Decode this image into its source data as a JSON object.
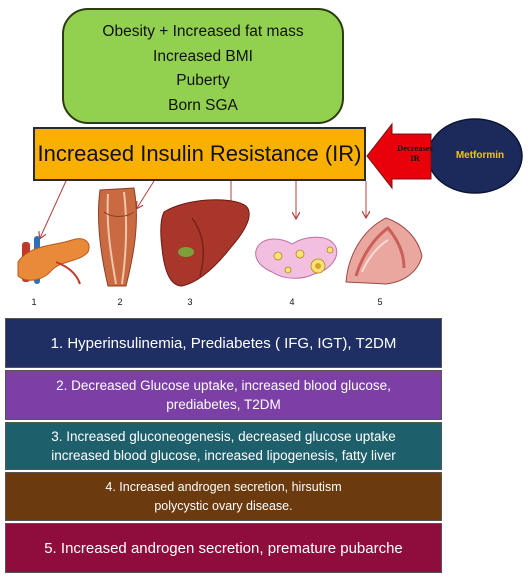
{
  "causes": {
    "items": [
      "Obesity + Increased fat mass",
      "Increased BMI",
      "Puberty",
      "Born SGA"
    ],
    "color": "#92d050"
  },
  "central": {
    "label": "Increased Insulin Resistance (IR)",
    "color": "#f9b000"
  },
  "inhibitor": {
    "arrow_label_line1": "Decreases",
    "arrow_label_line2": "IR",
    "drug": "Metformin",
    "arrow_color": "#e8000b",
    "ellipse_color": "#1b2a5a"
  },
  "organs": [
    {
      "number": "1",
      "icon": "pancreas-icon"
    },
    {
      "number": "2",
      "icon": "muscle-icon"
    },
    {
      "number": "3",
      "icon": "liver-icon"
    },
    {
      "number": "4",
      "icon": "ovary-icon"
    },
    {
      "number": "5",
      "icon": "adrenal-icon"
    }
  ],
  "effects": [
    {
      "lines": [
        "1. Hyperinsulinemia, Prediabetes ( IFG, IGT), T2DM"
      ],
      "color": "#1f2f63"
    },
    {
      "lines": [
        "2. Decreased Glucose uptake, increased blood glucose,",
        "prediabetes, T2DM"
      ],
      "color": "#7b3fa5"
    },
    {
      "lines": [
        "3. Increased gluconeogenesis, decreased glucose uptake",
        "increased blood glucose, increased lipogenesis, fatty liver"
      ],
      "color": "#1e5f6c"
    },
    {
      "lines": [
        "4. Increased androgen secretion, hirsutism",
        "polycystic ovary disease."
      ],
      "color": "#6b3a0e"
    },
    {
      "lines": [
        "5. Increased androgen secretion, premature pubarche"
      ],
      "color": "#8e0d3c"
    }
  ]
}
